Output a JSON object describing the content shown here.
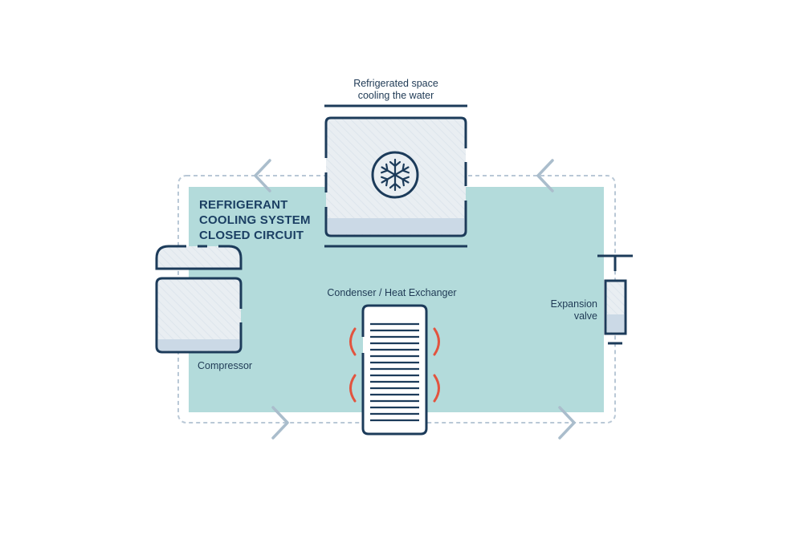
{
  "diagram": {
    "title_lines": [
      "REFRIGERANT",
      "COOLING SYSTEM",
      "CLOSED CIRCUIT"
    ],
    "labels": {
      "refrigerated_space_line1": "Refrigerated space",
      "refrigerated_space_line2": "cooling the water",
      "condenser": "Condenser / Heat Exchanger",
      "compressor": "Compressor",
      "expansion_line1": "Expansion",
      "expansion_line2": "valve"
    },
    "icons": [
      "snowflake-icon",
      "chevron-left-icon",
      "chevron-right-icon",
      "heat-wave-icon"
    ],
    "colors": {
      "circuit_fill": "#b3dbdb",
      "outline": "#1c3b5a",
      "component_fill": "#e9eef2",
      "liquid_fill": "#cbd9e6",
      "arrow": "#aabdcc",
      "heat": "#e2543f"
    }
  }
}
